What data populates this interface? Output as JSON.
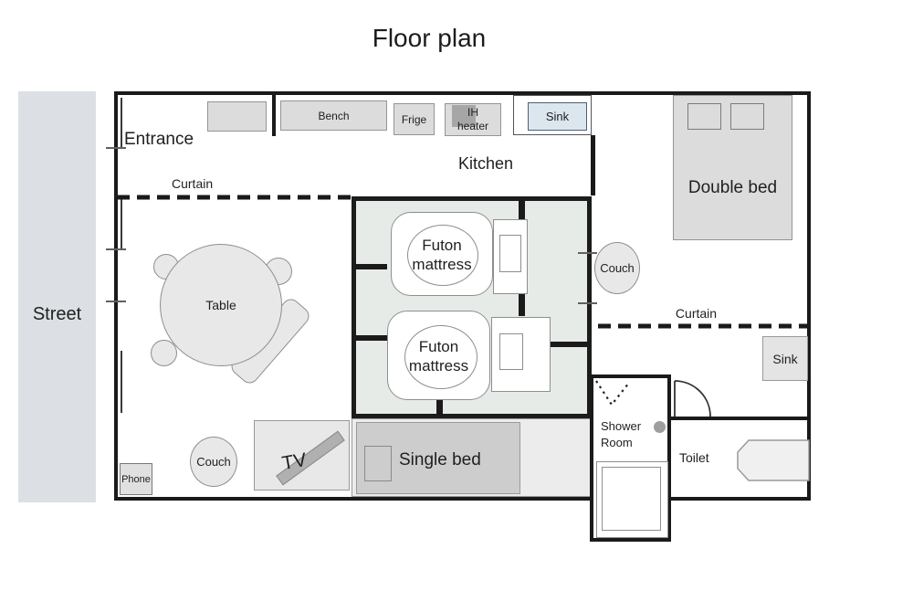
{
  "title": "Floor plan",
  "street": {
    "label": "Street"
  },
  "entrance": {
    "label": "Entrance",
    "curtain": "Curtain"
  },
  "kitchen": {
    "label": "Kitchen",
    "bench": "Bench",
    "fridge": "Frige",
    "ih_heater": {
      "line1": "IH",
      "line2": "heater"
    },
    "sink": "Sink"
  },
  "futon_room": {
    "futon1": {
      "line1": "Futon",
      "line2": "mattress"
    },
    "futon2": {
      "line1": "Futon",
      "line2": "mattress"
    }
  },
  "living_room": {
    "table": "Table",
    "couch": "Couch",
    "tv": "TV",
    "phone": "Phone",
    "single_bed": "Single bed"
  },
  "bedroom": {
    "double_bed": "Double bed",
    "couch": "Couch",
    "curtain": "Curtain",
    "sink": "Sink"
  },
  "bathroom": {
    "shower": {
      "line1": "Shower",
      "line2": "Room"
    },
    "toilet": "Toilet"
  },
  "colors": {
    "wall": "#1a1a1a",
    "street_bg": "#dce0e5",
    "futon_room_bg": "#e7ebe8",
    "furniture_gray": "#dcdcdc",
    "bed_gray": "#cdcdcd",
    "kitchen_sink_blue": "#dbe6ef",
    "toilet_fixture": "#f0f0f0"
  }
}
